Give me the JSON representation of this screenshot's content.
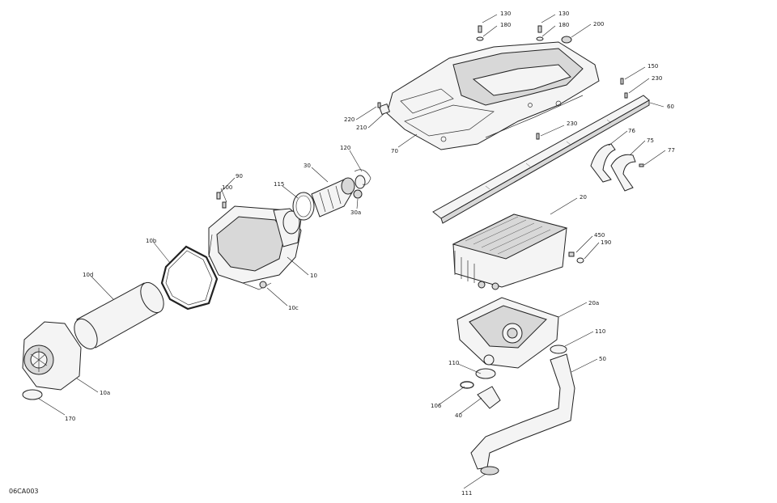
{
  "diagram_code": "06CA003",
  "callouts": [
    {
      "id": "c130a",
      "text": "130"
    },
    {
      "id": "c180a",
      "text": "180"
    },
    {
      "id": "c130b",
      "text": "130"
    },
    {
      "id": "c180b",
      "text": "180"
    },
    {
      "id": "c200",
      "text": "200"
    },
    {
      "id": "c150",
      "text": "150"
    },
    {
      "id": "c230a",
      "text": "230"
    },
    {
      "id": "c60",
      "text": "60"
    },
    {
      "id": "c220",
      "text": "220"
    },
    {
      "id": "c210",
      "text": "210"
    },
    {
      "id": "c70",
      "text": "70"
    },
    {
      "id": "c230b",
      "text": "230"
    },
    {
      "id": "c76",
      "text": "76"
    },
    {
      "id": "c75",
      "text": "75"
    },
    {
      "id": "c77",
      "text": "77"
    },
    {
      "id": "c120",
      "text": "120"
    },
    {
      "id": "c30",
      "text": "30"
    },
    {
      "id": "c115",
      "text": "115"
    },
    {
      "id": "c90",
      "text": "90"
    },
    {
      "id": "c100",
      "text": "100"
    },
    {
      "id": "c30a",
      "text": "30a"
    },
    {
      "id": "c10b",
      "text": "10b"
    },
    {
      "id": "c10",
      "text": "10"
    },
    {
      "id": "c10d",
      "text": "10d"
    },
    {
      "id": "c10c",
      "text": "10c"
    },
    {
      "id": "c10a",
      "text": "10a"
    },
    {
      "id": "c170",
      "text": "170"
    },
    {
      "id": "c20",
      "text": "20"
    },
    {
      "id": "c450",
      "text": "450"
    },
    {
      "id": "c190",
      "text": "190"
    },
    {
      "id": "c20a",
      "text": "20a"
    },
    {
      "id": "c110a",
      "text": "110"
    },
    {
      "id": "c50",
      "text": "50"
    },
    {
      "id": "c110b",
      "text": "110"
    },
    {
      "id": "c106",
      "text": "106"
    },
    {
      "id": "c40",
      "text": "40"
    },
    {
      "id": "c111",
      "text": "111"
    }
  ]
}
